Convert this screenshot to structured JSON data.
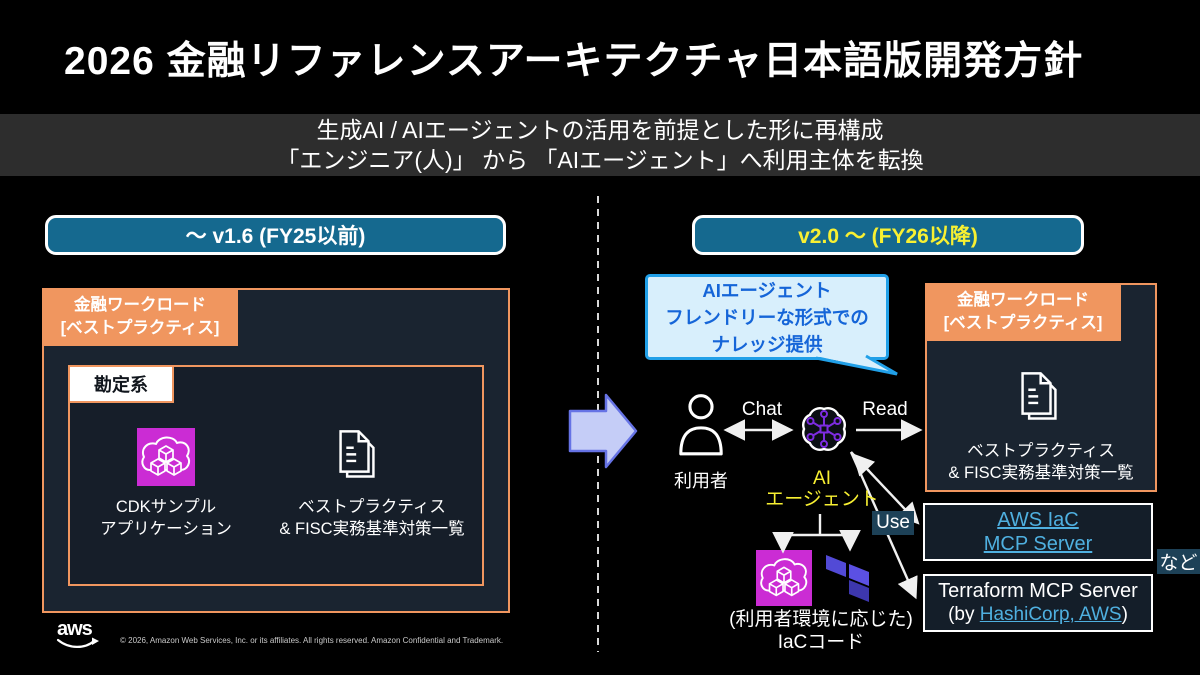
{
  "colors": {
    "background": "#000000",
    "subtitle_band": "#2d2d2d",
    "header_pill_teal": "#15698f",
    "orange_accent": "#f0965f",
    "panel_fill_navy": "#1a2430",
    "cdk_magenta": "#cb2cd4",
    "highlight_yellow": "#f8f032",
    "link_blue": "#4fb0e0",
    "callout_bg": "#d8effc",
    "callout_border": "#21a0e8",
    "callout_text": "#1565d8",
    "big_arrow_fill": "#c5cdf7",
    "big_arrow_border": "#6673e5",
    "terraform_purple": "#5b50e4",
    "agent_circuit_purple": "#7d2ce0"
  },
  "title": "2026 金融リファレンスアーキテクチャ日本語版開発方針",
  "subtitle": {
    "line1": "生成AI / AIエージェントの活用を前提とした形に再構成",
    "line2": "「エンジニア(人)」 から 「AIエージェント」へ利用主体を転換"
  },
  "left_panel": {
    "header": "～ v1.6 (FY25以前)",
    "workload_label_line1": "金融ワークロード",
    "workload_label_line2": "[ベストプラクティス]",
    "account_label": "勘定系",
    "cdk_caption_line1": "CDKサンプル",
    "cdk_caption_line2": "アプリケーション",
    "docs_caption_line1": "ベストプラクティス",
    "docs_caption_line2": "& FISC実務基準対策一覧"
  },
  "right_panel": {
    "header": "v2.0 ～ (FY26以降)",
    "callout_line1": "AIエージェント",
    "callout_line2": "フレンドリーな形式での",
    "callout_line3": "ナレッジ提供",
    "workload_label_line1": "金融ワークロード",
    "workload_label_line2": "[ベストプラクティス]",
    "docs_caption_line1": "ベストプラクティス",
    "docs_caption_line2": "& FISC実務基準対策一覧",
    "user_label": "利用者",
    "chat_label": "Chat",
    "read_label": "Read",
    "use_label": "Use",
    "etc_label": "など",
    "agent_label_line1": "AI",
    "agent_label_line2": "エージェント",
    "iac_caption_line1": "(利用者環境に応じた)",
    "iac_caption_line2": "IaCコード",
    "mcp_aws_line1": "AWS IaC",
    "mcp_aws_line2": "MCP Server",
    "mcp_tf_line1": "Terraform MCP Server",
    "mcp_tf_line2_prefix": "(by ",
    "mcp_tf_line2_link": "HashiCorp, AWS",
    "mcp_tf_line2_suffix": ")"
  },
  "footer": {
    "logo_text": "aws",
    "copyright": "© 2026, Amazon Web Services, Inc. or its affiliates. All rights reserved. Amazon Confidential and Trademark."
  }
}
